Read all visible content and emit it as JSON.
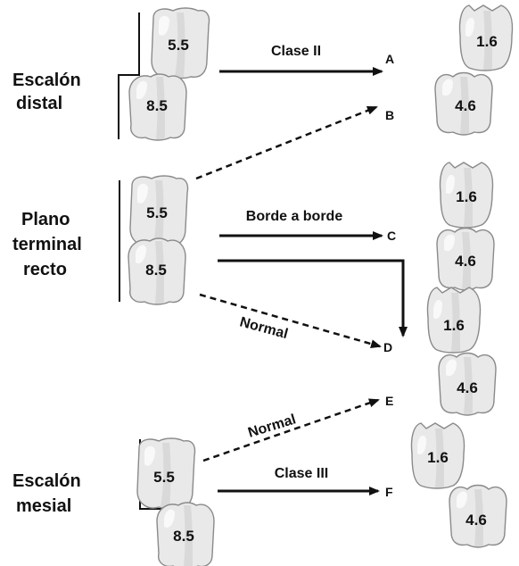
{
  "groups": {
    "distal": {
      "line1": "Escalón",
      "line2": "distal"
    },
    "recto": {
      "line1": "Plano",
      "line2": "terminal",
      "line3": "recto"
    },
    "mesial": {
      "line1": "Escalón",
      "line2": "mesial"
    }
  },
  "primary_teeth": {
    "upper": "5.5",
    "lower": "8.5"
  },
  "permanent_teeth": {
    "upper": "1.6",
    "lower": "4.6"
  },
  "arrows": {
    "clase_ii": "Clase II",
    "borde_a_borde": "Borde a borde",
    "normal_recto": "Normal",
    "normal_mesial": "Normal",
    "clase_iii": "Clase III"
  },
  "outcomes": [
    "A",
    "B",
    "C",
    "D",
    "E",
    "F"
  ]
}
